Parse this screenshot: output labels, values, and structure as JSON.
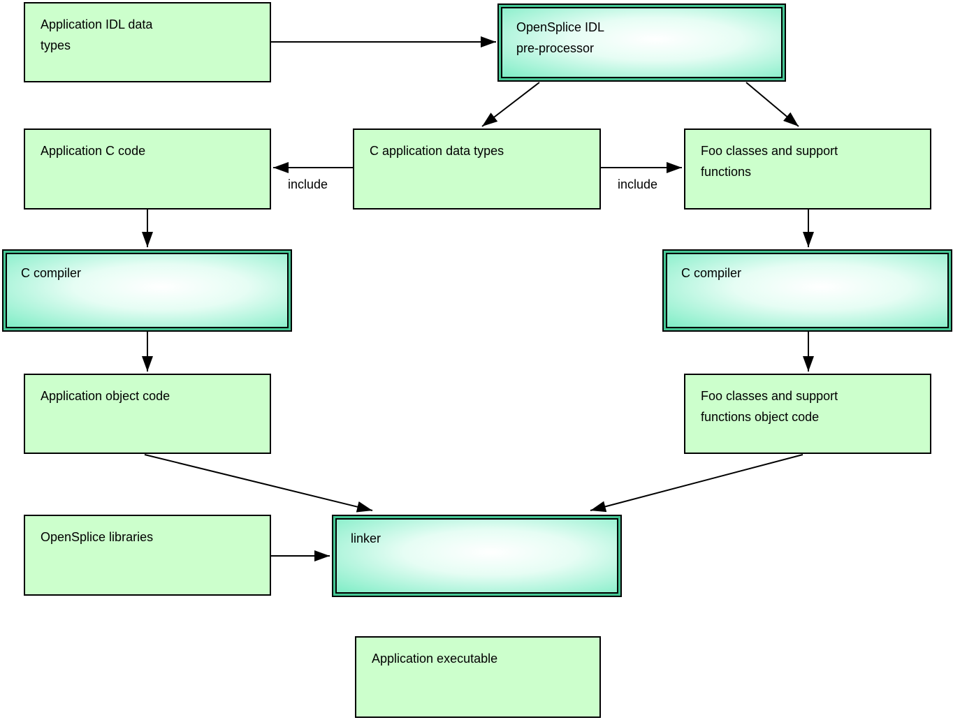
{
  "nodes": {
    "app_idl": "Application IDL data\ntypes",
    "preprocessor": "OpenSplice IDL\npre-processor",
    "app_c_code": "Application C code",
    "c_app_data": "C application data types",
    "foo_classes": "Foo classes and support\nfunctions",
    "c_compiler": "C compiler",
    "app_object": "Application object code",
    "foo_object": "Foo classes and support\nfunctions object code",
    "libraries": "OpenSplice libraries",
    "linker": "linker",
    "executable": "Application executable"
  },
  "edge_labels": {
    "include": "include"
  },
  "colors": {
    "node_fill": "#ccffcc",
    "tool_gradient_edge": "#7fedc6",
    "tool_gradient_center": "#ffffff",
    "tool_border_spacer": "#45c795",
    "border": "#000000",
    "arrow": "#000000"
  }
}
